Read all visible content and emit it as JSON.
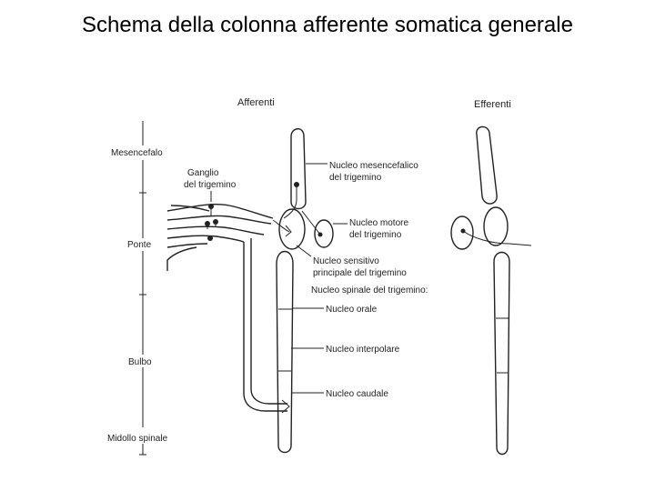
{
  "title": "Schema della colonna afferente somatica generale",
  "headers": {
    "afferent": "Afferenti",
    "efferent": "Efferenti"
  },
  "regions": {
    "mesencephalon": "Mesencefalo",
    "pons": "Ponte",
    "medulla": "Bulbo",
    "spinal_cord": "Midollo spinale"
  },
  "ganglion": {
    "line1": "Ganglio",
    "line2": "del trigemino"
  },
  "nuclei": {
    "mesencephalic": {
      "line1": "Nucleo mesencefalico",
      "line2": "del trigemino"
    },
    "motor": {
      "line1": "Nucleo motore",
      "line2": "del trigemino"
    },
    "principal_sensory": {
      "line1": "Nucleo sensitivo",
      "line2": "principale del trigemino"
    },
    "spinal": "Nucleo spinale del trigemino:",
    "oral": "Nucleo orale",
    "interpolar": "Nucleo interpolare",
    "caudal": "Nucleo caudale"
  },
  "colors": {
    "ink": "#222222",
    "background": "#ffffff"
  }
}
